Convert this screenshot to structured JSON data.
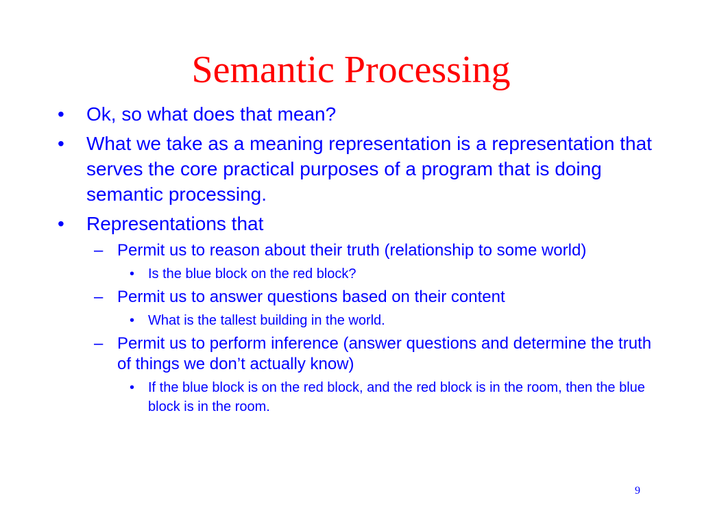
{
  "slide": {
    "title": "Semantic Processing",
    "page_number": "9",
    "colors": {
      "title": "#ff0000",
      "body": "#0000ff",
      "background": "#ffffff"
    },
    "bullets": [
      {
        "marker": "•",
        "text": "Ok, so what does that mean?"
      },
      {
        "marker": "•",
        "text": "What we take as a meaning representation is a representation that serves the core practical purposes of a program that is doing semantic processing."
      },
      {
        "marker": "•",
        "text": "Representations that"
      },
      {
        "marker": "–",
        "text": "Permit us to reason about their truth (relationship to some world)"
      },
      {
        "marker": "•",
        "text": "Is the blue block on the red block?"
      },
      {
        "marker": "–",
        "text": "Permit us to answer questions based on their content"
      },
      {
        "marker": "•",
        "text": "What is the tallest building in the world."
      },
      {
        "marker": "–",
        "text": "Permit us to perform inference (answer questions and determine the truth of things we don’t actually know)"
      },
      {
        "marker": "•",
        "text": "If the blue block is on the red block, and the red block is in the room, then the blue block is in the room."
      }
    ]
  }
}
